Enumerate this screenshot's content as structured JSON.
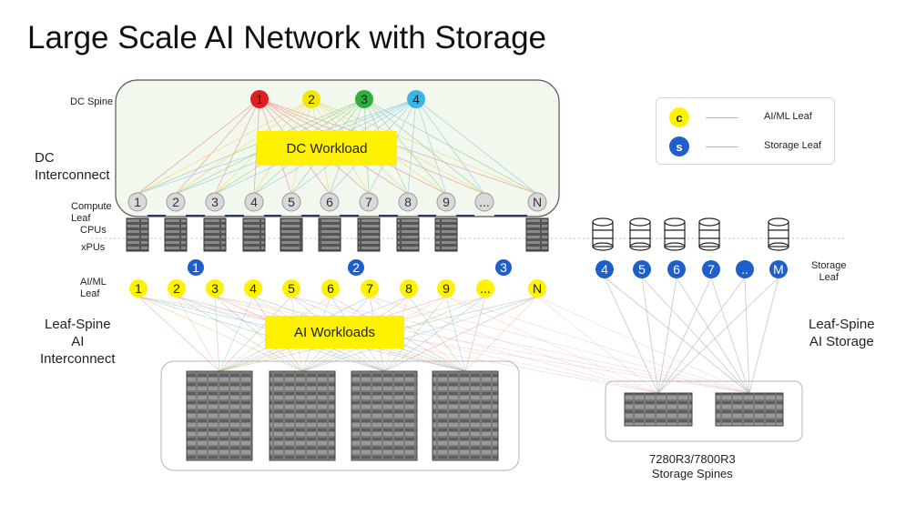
{
  "title": "Large Scale AI Network with Storage",
  "labels": {
    "dc_spine": "DC Spine",
    "dc_interconnect": "DC\nInterconnect",
    "compute_leaf": "Compute\nLeaf",
    "cpus": "CPUs",
    "xpus": "xPUs",
    "aiml_leaf": "AI/ML\nLeaf",
    "leaf_spine_ai": "Leaf-Spine\nAI\nInterconnect",
    "leaf_spine_storage": "Leaf-Spine\nAI Storage",
    "storage_leaf": "Storage\nLeaf",
    "storage_spines": "7280R3/7800R3\nStorage Spines"
  },
  "workloads": {
    "dc": "DC Workload",
    "ai": "AI Workloads"
  },
  "legend": {
    "items": [
      {
        "badge": "c",
        "label": "AI/ML Leaf",
        "color": "#fff200",
        "text_color": "#222222"
      },
      {
        "badge": "s",
        "label": "Storage Leaf",
        "color": "#1f5fc9",
        "text_color": "#ffffff"
      }
    ]
  },
  "dc_spine_nodes": [
    {
      "label": "1",
      "color": "#e02020"
    },
    {
      "label": "2",
      "color": "#f3e600"
    },
    {
      "label": "3",
      "color": "#2eae3c"
    },
    {
      "label": "4",
      "color": "#3ab3e6"
    }
  ],
  "compute_leaf_nodes": [
    "1",
    "2",
    "3",
    "4",
    "5",
    "6",
    "7",
    "8",
    "9",
    "...",
    "N"
  ],
  "aiml_leaf_nodes": [
    "1",
    "2",
    "3",
    "4",
    "5",
    "6",
    "7",
    "8",
    "9",
    "...",
    "N"
  ],
  "pod_markers": [
    "1",
    "2",
    "3"
  ],
  "storage_leaf_nodes": [
    "4",
    "5",
    "6",
    "7",
    "..",
    "M"
  ],
  "colors": {
    "spine_leaf_line_colors": [
      "#e89090",
      "#e8d86a",
      "#8fd08f",
      "#8fc8e8"
    ],
    "leaf_yellow": "#fff200",
    "storage_blue": "#1f5fc9",
    "compute_gray": "#d9d9d9"
  }
}
